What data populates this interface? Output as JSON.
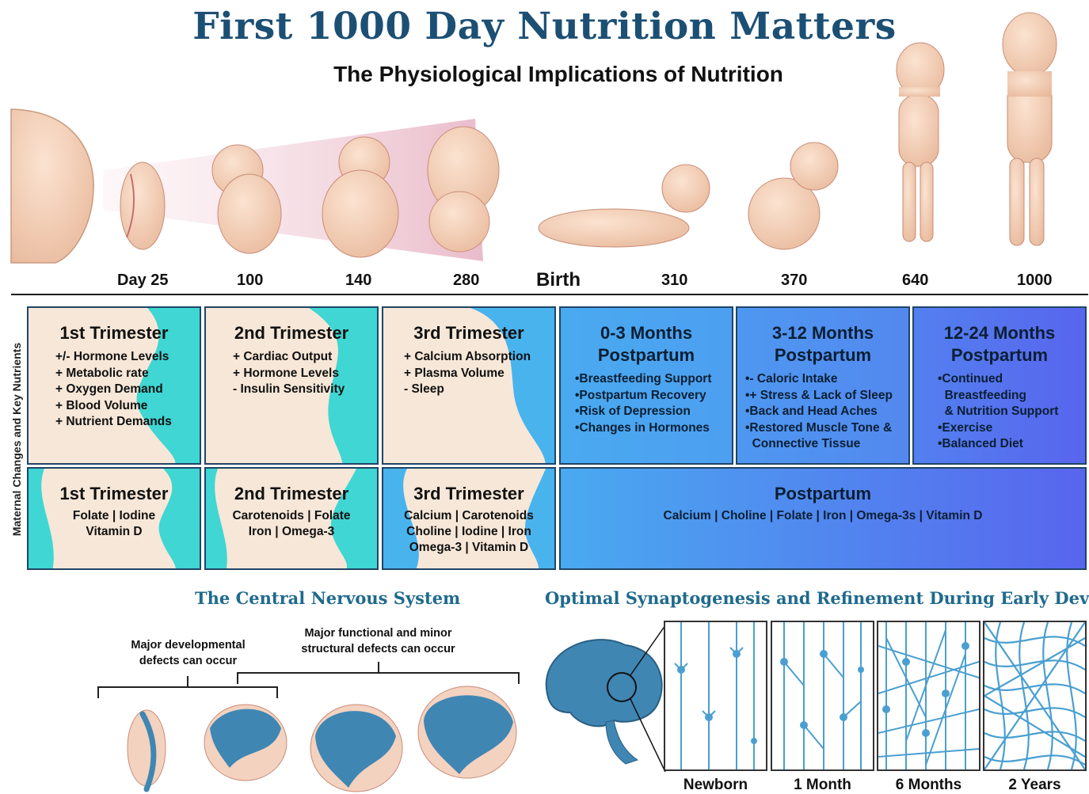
{
  "header": {
    "title": "First 1000 Day Nutrition Matters",
    "subtitle": "The Physiological Implications of Nutrition"
  },
  "timeline": {
    "labels": [
      "Day 25",
      "100",
      "140",
      "280",
      "Birth",
      "310",
      "370",
      "640",
      "1000"
    ]
  },
  "side_label": "Maternal Changes and Key Nutrients",
  "maternal_changes": [
    {
      "title": "1st Trimester",
      "items": [
        "+/- Hormone Levels",
        "+ Metabolic rate",
        "+ Oxygen Demand",
        "+ Blood Volume",
        "+ Nutrient Demands"
      ]
    },
    {
      "title": "2nd Trimester",
      "items": [
        "+ Cardiac Output",
        "+ Hormone Levels",
        "- Insulin Sensitivity"
      ]
    },
    {
      "title": "3rd Trimester",
      "items": [
        "+ Calcium Absorption",
        "+ Plasma Volume",
        "- Sleep"
      ]
    },
    {
      "title_lines": [
        "0-3 Months",
        "Postpartum"
      ],
      "items": [
        "•Breastfeeding Support",
        "•Postpartum Recovery",
        "•Risk of Depression",
        "•Changes in Hormones"
      ]
    },
    {
      "title_lines": [
        "3-12 Months",
        "Postpartum"
      ],
      "items": [
        "•- Caloric Intake",
        "•+ Stress & Lack of Sleep",
        "•Back and Head Aches",
        "•Restored Muscle Tone &",
        "  Connective Tissue"
      ]
    },
    {
      "title_lines": [
        "12-24 Months",
        "Postpartum"
      ],
      "items": [
        "•Continued",
        "  Breastfeeding",
        "  & Nutrition Support",
        "•Exercise",
        "•Balanced Diet"
      ]
    }
  ],
  "key_nutrients": [
    {
      "title": "1st Trimester",
      "lines": [
        "Folate  |  Iodine",
        "Vitamin D"
      ]
    },
    {
      "title": "2nd Trimester",
      "lines": [
        "Carotenoids  |  Folate",
        "Iron  |  Omega-3"
      ]
    },
    {
      "title": "3rd Trimester",
      "lines": [
        "Calcium  |  Carotenoids",
        "Choline  |  Iodine  |  Iron",
        "Omega-3  |  Vitamin D"
      ]
    },
    {
      "title": "Postpartum",
      "lines": [
        "Calcium  |  Choline  |  Folate  |  Iron  |  Omega-3s  |  Vitamin D"
      ]
    }
  ],
  "cns": {
    "title": "The Central Nervous System",
    "note_left": [
      "Major developmental",
      "defects can occur"
    ],
    "note_right": [
      "Major functional and minor",
      "structural defects can occur"
    ]
  },
  "synapto": {
    "title": "Optimal Synaptogenesis and Refinement During Early Developmer",
    "stages": [
      "Newborn",
      "1 Month",
      "6 Months",
      "2 Years"
    ]
  },
  "colors": {
    "title": "#1c4f74",
    "teal": "#3fd6d3",
    "skin": "#f7e7d8",
    "sky": "#49b3ee",
    "indigo": "#5563ee",
    "brain": "#3f86b3"
  }
}
